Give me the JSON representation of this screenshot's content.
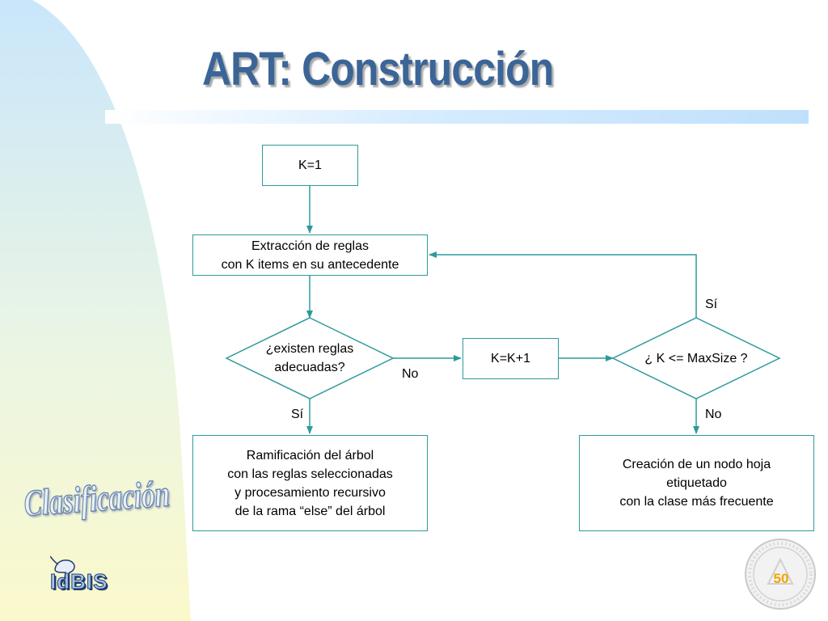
{
  "slide": {
    "title": "ART: Construcción",
    "sidebar_word": "Clasificación",
    "logo_text": "IdBIS",
    "page_number": "50"
  },
  "flowchart": {
    "nodes": {
      "init": "K=1",
      "extract": "Extracción de reglas\ncon K items en su antecedente",
      "exists_decision": "¿existen reglas\nadecuadas?",
      "increment": "K=K+1",
      "size_decision": "¿ K <= MaxSize ?",
      "branch": "Ramificación del árbol\ncon las reglas seleccionadas\ny procesamiento recursivo\nde la rama “else” del árbol",
      "leaf": "Creación de un nodo hoja\netiquetado\ncon la clase más frecuente"
    },
    "edge_labels": {
      "exists_no": "No",
      "exists_yes": "Sí",
      "size_yes": "Sí",
      "size_no": "No"
    }
  },
  "colors": {
    "title": "#3b6597",
    "connector": "#2e9a9a",
    "page_number": "#f4a300"
  }
}
